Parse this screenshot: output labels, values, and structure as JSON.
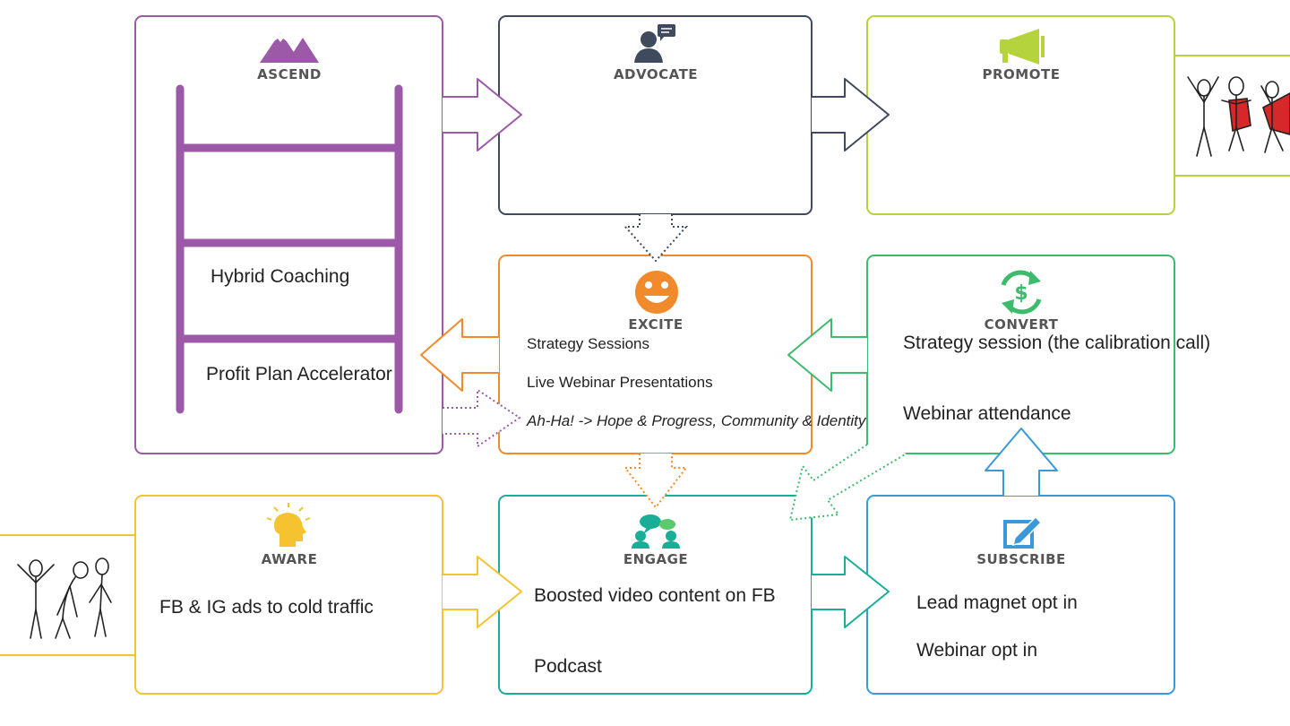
{
  "colors": {
    "ascend": "#9B59A8",
    "advocate": "#3F4A5E",
    "promote": "#B5D33D",
    "excite": "#F08A2B",
    "convert": "#3DBB6C",
    "aware": "#F5C230",
    "engage": "#1AAE98",
    "subscribe": "#3A9AD9"
  },
  "stages": {
    "ascend": {
      "label": "ASCEND",
      "icon": "mountain-icon"
    },
    "advocate": {
      "label": "ADVOCATE",
      "icon": "person-speech-icon"
    },
    "promote": {
      "label": "PROMOTE",
      "icon": "megaphone-icon"
    },
    "excite": {
      "label": "EXCITE",
      "icon": "smiley-icon"
    },
    "convert": {
      "label": "CONVERT",
      "icon": "dollar-cycle-icon"
    },
    "aware": {
      "label": "AWARE",
      "icon": "head-lightbulb-icon"
    },
    "engage": {
      "label": "ENGAGE",
      "icon": "people-chat-icon"
    },
    "subscribe": {
      "label": "SUBSCRIBE",
      "icon": "edit-pencil-icon"
    }
  },
  "content": {
    "ascend_rung_1": "Hybrid\nCoaching",
    "ascend_rung_2": "Profit Plan\nAccelerator",
    "excite_1": "Strategy Sessions",
    "excite_2": "Live Webinar Presentations",
    "excite_3": "Ah-Ha! -> Hope & Progress,\nCommunity & Identity",
    "convert_1": "Strategy session\n(the calibration call)",
    "convert_2": "Webinar attendance",
    "aware_1": "FB & IG ads to cold traffic",
    "engage_1": "Boosted video content on\nFB",
    "engage_2": "Podcast",
    "subscribe_1": "Lead magnet opt in",
    "subscribe_2": "Webinar opt in"
  },
  "illustrations": {
    "left": "stick-figures-tired-illustration",
    "right": "stick-figures-happy-illustration"
  }
}
